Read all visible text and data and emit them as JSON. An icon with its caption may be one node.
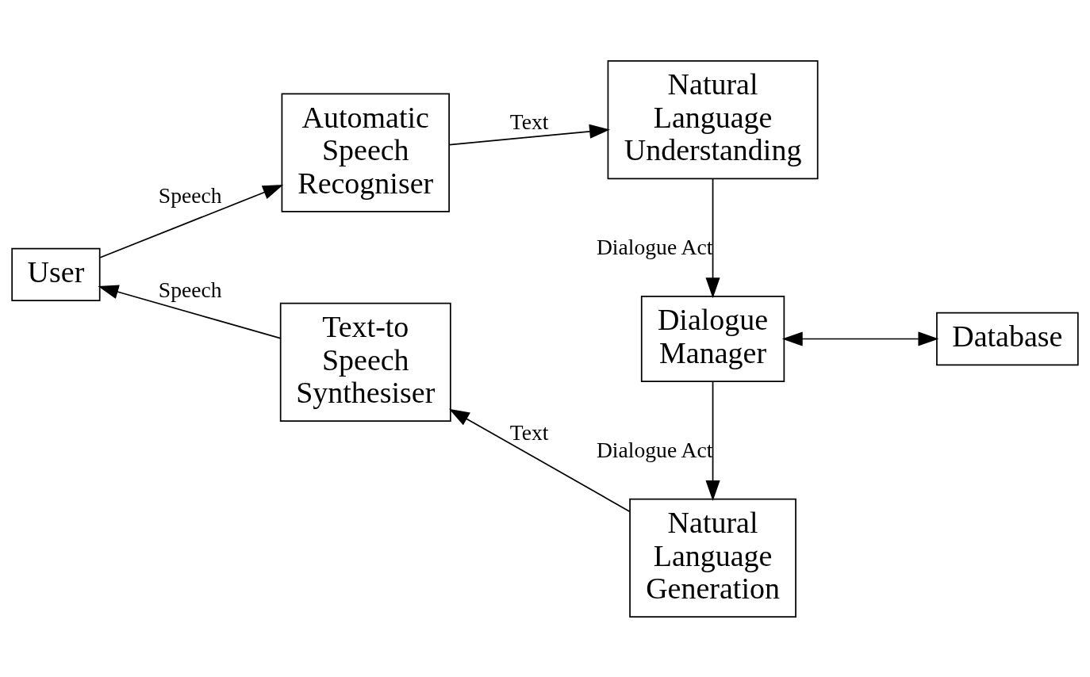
{
  "diagram": {
    "nodes": [
      {
        "text": [
          "Automatic Speech Recogniser"
        ]
      },
      {
        "text": [
          "Natural Language Understanding"
        ]
      },
      {
        "text": [
          "Dialogue Manager"
        ]
      },
      {
        "text": [
          "Database"
        ]
      },
      {
        "text": [
          "User"
        ]
      },
      {
        "text": [
          "Text-to Speech Synthesiser"
        ]
      },
      {
        "text": [
          "Natural Language Generation"
        ]
      }
    ],
    "edges": [
      {
        "from": 4,
        "to": 0,
        "arrow": "to",
        "label": "Speech"
      },
      {
        "from": 0,
        "to": 1,
        "arrow": "to",
        "label": "Text"
      },
      {
        "from": 1,
        "to": 2,
        "arrow": "to",
        "label": "Dialogue Act"
      },
      {
        "from": 2,
        "to": 3,
        "arrow": "both"
      },
      {
        "from": 2,
        "to": 6,
        "arrow": "to",
        "label": "Dialogue Act"
      },
      {
        "from": 6,
        "to": 5,
        "arrow": "to",
        "label": "Text"
      },
      {
        "from": 5,
        "to": 4,
        "arrow": "to",
        "label": "Speech"
      }
    ]
  }
}
